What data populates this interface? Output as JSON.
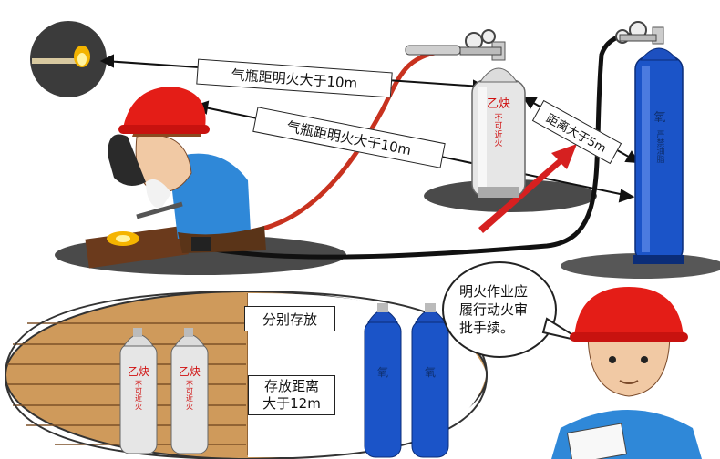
{
  "labels": {
    "distance_fire_top": "气瓶距明火大于10m",
    "distance_fire_mid": "气瓶距明火大于10m",
    "distance_cylinders": "距离大于5m",
    "separate_storage": "分别存放",
    "storage_distance_line1": "存放距离",
    "storage_distance_line2": "大于12m"
  },
  "cylinders": {
    "acetylene_name": "乙炔",
    "acetylene_warning_1": "不",
    "acetylene_warning_2": "可",
    "acetylene_warning_3": "近",
    "acetylene_warning_4": "火",
    "oxygen_name": "氧",
    "oxygen_warning": "严禁油脂"
  },
  "speech_bubble": {
    "text": "明火作业应\n履行动火审\n批手续。"
  },
  "colors": {
    "helmet_red": "#e41d17",
    "oxygen_blue": "#1b54c8",
    "acetylene_white": "#e9e9e9",
    "hose_red": "#c0392b",
    "wood": "#c78f4f"
  }
}
